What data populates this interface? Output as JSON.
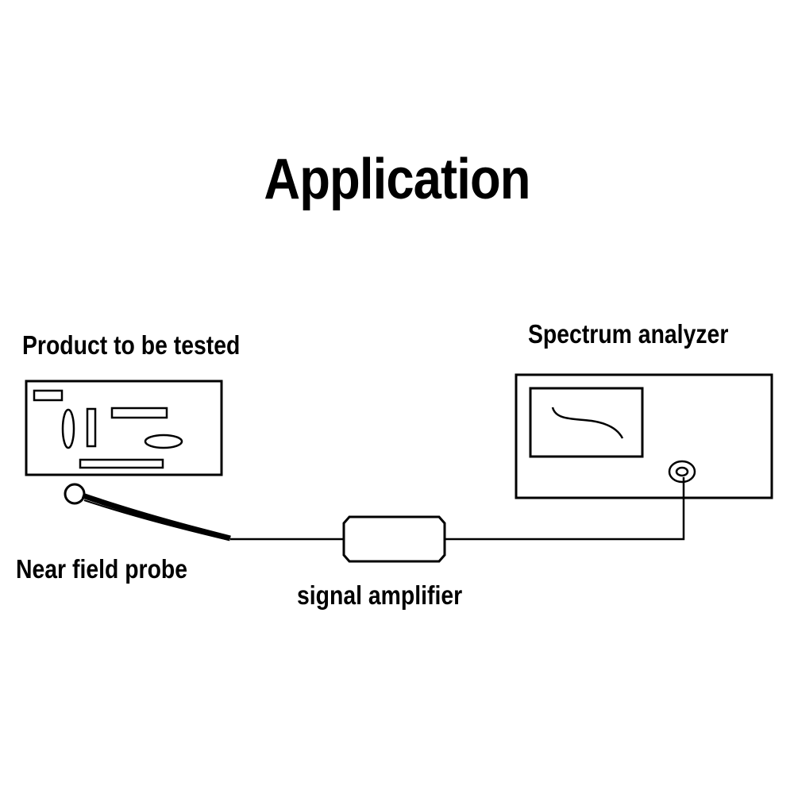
{
  "title": "Application",
  "labels": {
    "product": "Product to be tested",
    "analyzer": "Spectrum analyzer",
    "probe": "Near field probe",
    "amplifier": "signal amplifier"
  },
  "colors": {
    "stroke": "#000000",
    "background": "#ffffff"
  }
}
